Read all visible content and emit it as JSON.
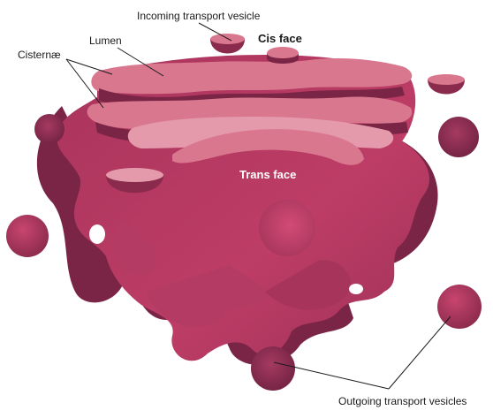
{
  "diagram": {
    "labels": {
      "incoming_vesicle": "Incoming transport vesicle",
      "cis_face": "Cis face",
      "lumen": "Lumen",
      "cisternae": "Cisternæ",
      "trans_face": "Trans face",
      "outgoing_vesicles": "Outgoing transport vesicles"
    },
    "colors": {
      "body": "#b33a62",
      "body_dark": "#8a2a4c",
      "body_shadow": "#6e2140",
      "cisterna_top": "#d9778f",
      "cisterna_light": "#e49aab",
      "background": "#ffffff"
    }
  }
}
